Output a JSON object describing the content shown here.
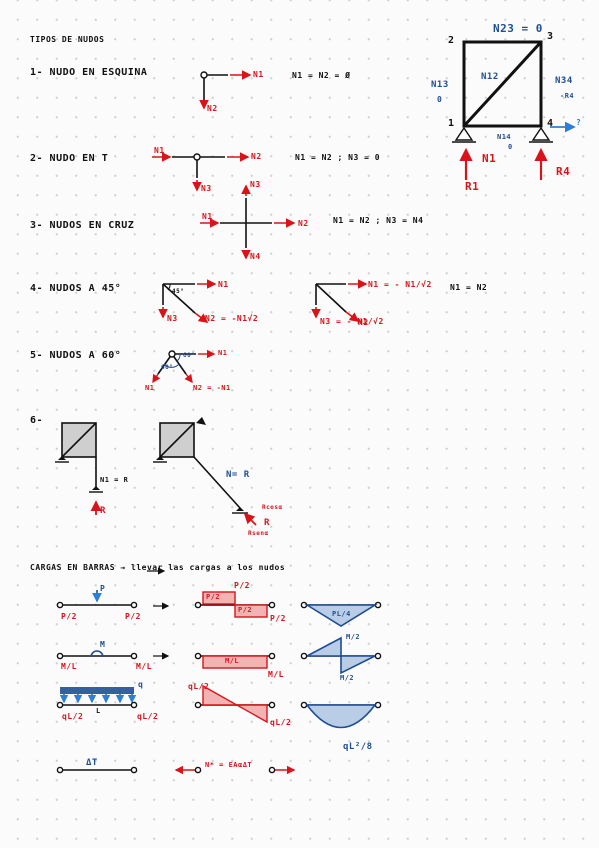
{
  "header": {
    "title": "TIPOS DE NUDOS"
  },
  "section1": {
    "item1": {
      "label": "1- NUDO EN ESQUINA",
      "n1": "N1",
      "n2": "N2",
      "eq": "N1 = N2 = Ø"
    },
    "item2": {
      "label": "2- NUDO EN T",
      "n1": "N1",
      "n2": "N2",
      "n3": "N3",
      "eq": "N1 = N2 ; N3 = 0"
    },
    "item3": {
      "label": "3- NUDOS EN CRUZ",
      "n1": "N1",
      "n2": "N2",
      "n3": "N3",
      "n4": "N4",
      "eq": "N1 = N2 ; N3 = N4"
    },
    "item4": {
      "label": "4- NUDOS A 45°",
      "angle": "45°",
      "n1": "N1",
      "n3": "N3",
      "n2a": "N2 = -N1√2",
      "n1b": "N1 = - N1/√2",
      "n2b": "N2",
      "n3b": "N3 = - N1/√2",
      "eq": "N1 = N2"
    },
    "item5": {
      "label": "5- NUDOS A 60°",
      "angle_a": "60°",
      "angle_b": "60°",
      "n1": "N1",
      "n2": "N2 = -N1",
      "top": "N1"
    },
    "item6": {
      "label": "6-",
      "n1": "N1 = R",
      "r1": "R",
      "nr": "N= R",
      "rc": "Rcosα",
      "r2": "R",
      "rs": "Rsenα"
    }
  },
  "truss": {
    "node1": "1",
    "node2": "2",
    "node3": "3",
    "node4": "4",
    "n23": "N23 = 0",
    "n12": "N12",
    "n13": "N13",
    "n13v": "0",
    "n34": "N34",
    "n34v": "-R4",
    "n14": "N14",
    "n14v": "0",
    "n1": "N1",
    "r1": "R1",
    "r4": "R4",
    "q": "?"
  },
  "section2": {
    "title": "CARGAS EN BARRAS → llevar las cargas a los nudos",
    "case1": {
      "p": "P",
      "pl": "P/2",
      "pr": "P/2",
      "v1": "P/2",
      "v2": "P/2",
      "sl": "P/2",
      "sr": "P/2",
      "m": "PL/4"
    },
    "case2": {
      "m": "M",
      "ml": "M/L",
      "mr": "M/L",
      "v": "M/L",
      "vl": "M/L",
      "m1": "M/2",
      "m2": "M/2"
    },
    "case3": {
      "q": "q",
      "l": "L",
      "ql": "qL/2",
      "qr": "qL/2",
      "v1": "qL/2",
      "v2": "qL/2",
      "m": "qL²/8"
    },
    "case4": {
      "dt": "ΔT",
      "n": "N* = EAαΔT"
    }
  }
}
